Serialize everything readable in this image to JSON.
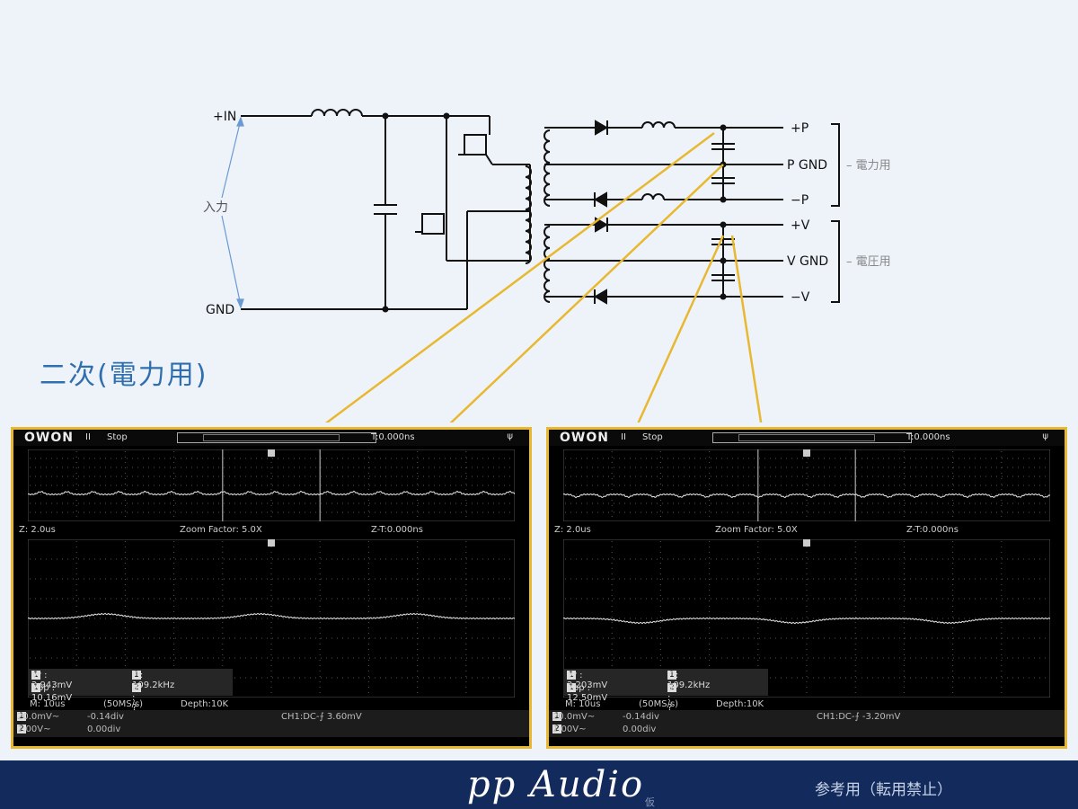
{
  "schematic": {
    "in_plus": "+IN",
    "in_gnd": "GND",
    "input_label": "入力",
    "out_plus_p": "+P",
    "out_p_gnd": "P GND",
    "out_minus_p": "−P",
    "out_plus_v": "+V",
    "out_v_gnd": "V GND",
    "out_minus_v": "−V",
    "power_label": "電力用",
    "voltage_label": "電圧用"
  },
  "section_title": "二次(電力用)",
  "scopes": [
    {
      "logo": "OWON",
      "pause": "II",
      "status": "Stop",
      "trigger_time": "T:0.000ns",
      "usb": "ψ",
      "zoom": {
        "z": "Z: 2.0us",
        "factor": "Zoom Factor: 5.0X",
        "zt": "Z-T:0.000ns"
      },
      "meas": {
        "vr": "Vr : 2.943mV",
        "f": "F : 109.2kHz",
        "vpp": "Vpp : 10.16mV",
        "vr2": "Vr :    ?"
      },
      "m_line": {
        "m": "M: 10us",
        "rate": "(50MS/s)",
        "depth": "Depth:10K"
      },
      "ch1": {
        "scale": "20.0mV~",
        "offset": "-0.14div",
        "trig": "CH1:DC-⨍ 3.60mV"
      },
      "ch2": {
        "scale": "1.00V~",
        "offset": "0.00div"
      }
    },
    {
      "logo": "OWON",
      "pause": "II",
      "status": "Stop",
      "trigger_time": "T:0.000ns",
      "usb": "ψ",
      "zoom": {
        "z": "Z: 2.0us",
        "factor": "Zoom Factor: 5.0X",
        "zt": "Z-T:0.000ns"
      },
      "meas": {
        "vr": "Vr : 2.203mV",
        "f": "F : 109.2kHz",
        "vpp": "Vpp : 12.50mV",
        "vr2": "Vr :    ?"
      },
      "m_line": {
        "m": "M: 10us",
        "rate": "(50MS/s)",
        "depth": "Depth:10K"
      },
      "ch1": {
        "scale": "20.0mV~",
        "offset": "-0.14div",
        "trig": "CH1:DC-⨍ -3.20mV"
      },
      "ch2": {
        "scale": "1.00V~",
        "offset": "0.00div"
      }
    }
  ],
  "footer": {
    "brand": "pp Audio",
    "kari": "仮",
    "reference": "参考用（転用禁止）"
  },
  "colors": {
    "callout": "#e8b830",
    "title": "#2f6fae",
    "footer_bg": "#122b5c",
    "wire": "#111111"
  }
}
